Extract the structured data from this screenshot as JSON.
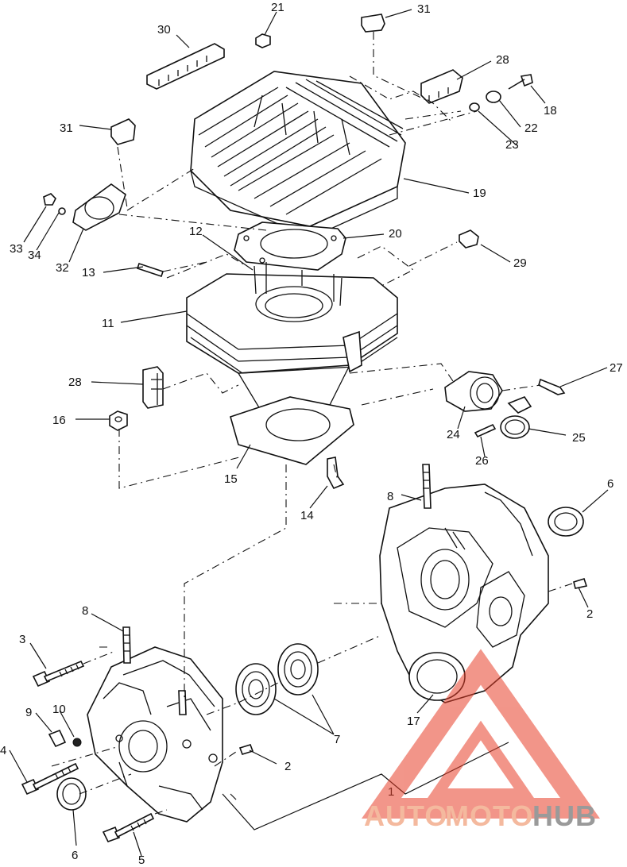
{
  "callouts": {
    "c1": "1",
    "c2a": "2",
    "c2b": "2",
    "c3": "3",
    "c4": "4",
    "c5": "5",
    "c6a": "6",
    "c6b": "6",
    "c7": "7",
    "c8a": "8",
    "c8b": "8",
    "c9": "9",
    "c10": "10",
    "c11": "11",
    "c12": "12",
    "c13": "13",
    "c14": "14",
    "c15": "15",
    "c16": "16",
    "c17": "17",
    "c18": "18",
    "c19": "19",
    "c20": "20",
    "c21": "21",
    "c22": "22",
    "c23": "23",
    "c24": "24",
    "c25": "25",
    "c26": "26",
    "c27": "27",
    "c28a": "28",
    "c28b": "28",
    "c29": "29",
    "c30": "30",
    "c31a": "31",
    "c31b": "31",
    "c32": "32",
    "c33": "33",
    "c34": "34"
  },
  "watermark": {
    "part1": "AUTO",
    "part2": "MOTO",
    "part3": "HUB",
    "color_light": "#f4b99e",
    "color_dark": "#9a9a9a",
    "triangle_color": "#e8402a"
  }
}
